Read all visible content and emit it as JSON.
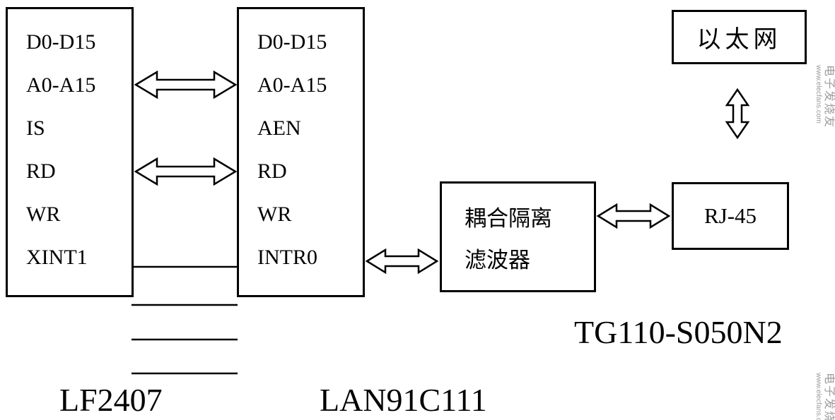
{
  "page": {
    "background": "#ffffff",
    "ink": "#000000",
    "watermark_color": "#9b9b9b"
  },
  "boxes": {
    "lf2407": {
      "label": "LF2407",
      "signals": [
        "D0-D15",
        "A0-A15",
        "IS",
        "RD",
        "WR",
        "XINT1"
      ]
    },
    "lan91c111": {
      "label": "LAN91C111",
      "signals": [
        "D0-D15",
        "A0-A15",
        "AEN",
        "RD",
        "WR",
        "INTR0"
      ]
    },
    "filter": {
      "line1": "耦合隔离",
      "line2": "滤波器",
      "caption": "TG110-S050N2"
    },
    "rj45": {
      "label": "RJ-45"
    },
    "ethernet": {
      "label": "以太网"
    }
  },
  "connections": [
    {
      "from": "LF2407",
      "to": "LAN91C111",
      "type": "double-arrow",
      "at": "A0-A15"
    },
    {
      "from": "LF2407",
      "to": "LAN91C111",
      "type": "double-arrow",
      "at": "RD"
    },
    {
      "from": "LF2407",
      "to": "LAN91C111",
      "type": "line",
      "at": "XINT1-INTR0"
    },
    {
      "from": "LAN91C111",
      "to": "耦合隔离滤波器",
      "type": "double-arrow",
      "at": "INTR0"
    },
    {
      "from": "耦合隔离滤波器",
      "to": "RJ-45",
      "type": "double-arrow"
    },
    {
      "from": "RJ-45",
      "to": "以太网",
      "type": "double-arrow-vertical"
    }
  ],
  "watermark": {
    "brand": "电子发烧友",
    "url": "www.elecfans.com"
  }
}
